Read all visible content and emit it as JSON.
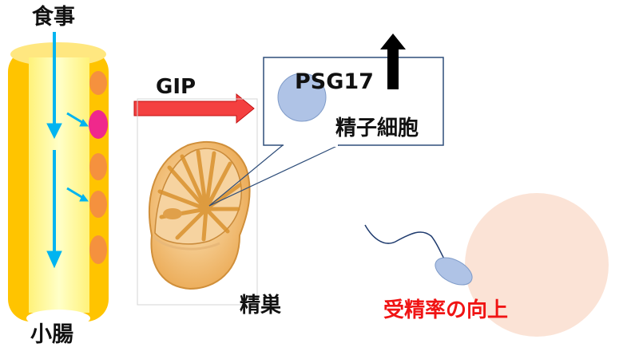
{
  "labels": {
    "food": "食事",
    "small_intestine": "小腸",
    "hormone": "GIP",
    "protein": "PSG17",
    "sperm_cell": "精子細胞",
    "testis": "精巣",
    "result": "受精率の向上"
  },
  "colors": {
    "intestine_wall": "#FFC400",
    "intestine_lumen": "#FFFFA8",
    "flow_arrow": "#00B4F0",
    "cell_orange": "#F5913E",
    "cell_highlight": "#F0288C",
    "gip_arrow": "#F44040",
    "callout_border": "#2F4E7A",
    "cell_blue": "#AFC3E6",
    "testis_fill": "#F2B661",
    "egg": "#FBE3D6",
    "up_arrow": "#000000",
    "result_text": "#F01414"
  }
}
